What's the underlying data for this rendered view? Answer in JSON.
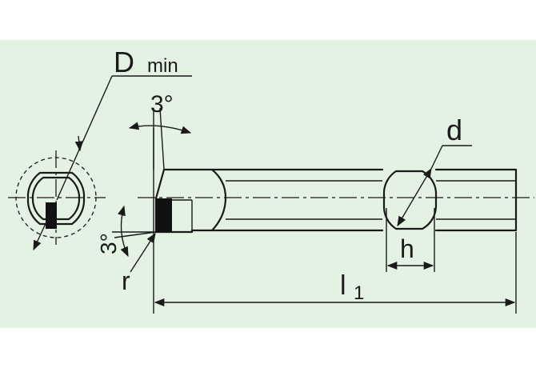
{
  "labels": {
    "d_min": "D",
    "d_min_sub": "min",
    "angle_top": "3°",
    "angle_side": "3°",
    "radius": "r",
    "diameter": "d",
    "flat": "h",
    "length": "l",
    "length_sub": "1"
  },
  "colors": {
    "background": "#e3f2e3",
    "page": "#ffffff",
    "line": "#1a1a1a"
  }
}
